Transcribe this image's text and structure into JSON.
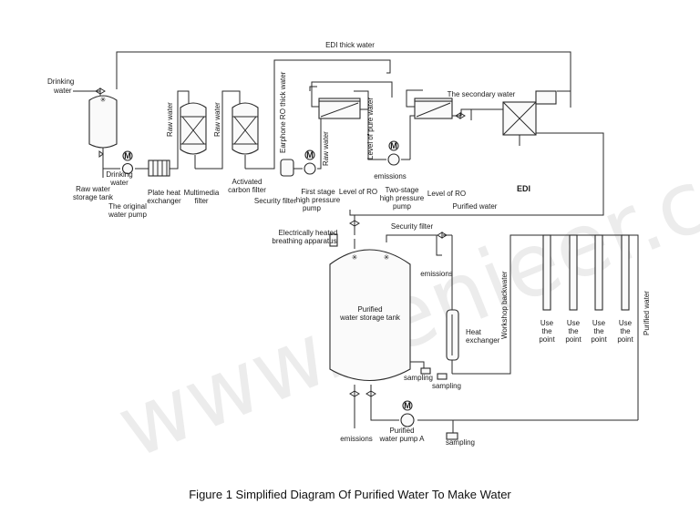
{
  "watermark": "www.senieer.com",
  "caption": "Figure 1 Simplified Diagram Of Purified Water To Make Water",
  "labels": {
    "edi_thick_water": "EDI thick water",
    "drinking_water_1": "Drinking",
    "drinking_water_2": "water",
    "raw_water_tank_1": "Raw water",
    "raw_water_tank_2": "storage tank",
    "drinking_water_pipe_1": "Drinking",
    "drinking_water_pipe_2": "water",
    "original_pump_1": "The original",
    "original_pump_2": "water pump",
    "plate_heat_1": "Plate heat",
    "plate_heat_2": "exchanger",
    "multimedia_1": "Multimedia",
    "multimedia_2": "filter",
    "raw_water_a": "Raw water",
    "raw_water_b": "Raw water",
    "carbon_1": "Activated",
    "carbon_2": "carbon filter",
    "security_filter_1": "Security filter",
    "earphone_ro": "Earphone RO thick water",
    "raw_water_c": "Raw water",
    "first_stage_1": "First stage",
    "first_stage_2": "high pressure",
    "first_stage_3": "pump",
    "level_ro_1": "Level of RO",
    "level_pure": "Level of pure water",
    "emissions_1": "emissions",
    "two_stage_1": "Two-stage",
    "two_stage_2": "high pressure",
    "two_stage_3": "pump",
    "level_ro_2": "Level of RO",
    "secondary_water": "The secondary water",
    "edi": "EDI",
    "purified_water_1": "Purified water",
    "breathing_1": "Electrically heated",
    "breathing_2": "breathing apparatus",
    "security_filter_2": "Security filter",
    "emissions_2": "emissions",
    "tank_1": "Purified",
    "tank_2": "water storage tank",
    "heat_ex_1": "Heat",
    "heat_ex_2": "exchanger",
    "sampling_1": "sampling",
    "sampling_2": "sampling",
    "sampling_3": "sampling",
    "emissions_3": "emissions",
    "pump_a_1": "Purified",
    "pump_a_2": "water pump A",
    "workshop_backwater": "Workshop backwater",
    "purified_water_2": "Purified water",
    "use_point_1": "Use",
    "use_point_2": "the",
    "use_point_3": "point",
    "motor": "M"
  }
}
